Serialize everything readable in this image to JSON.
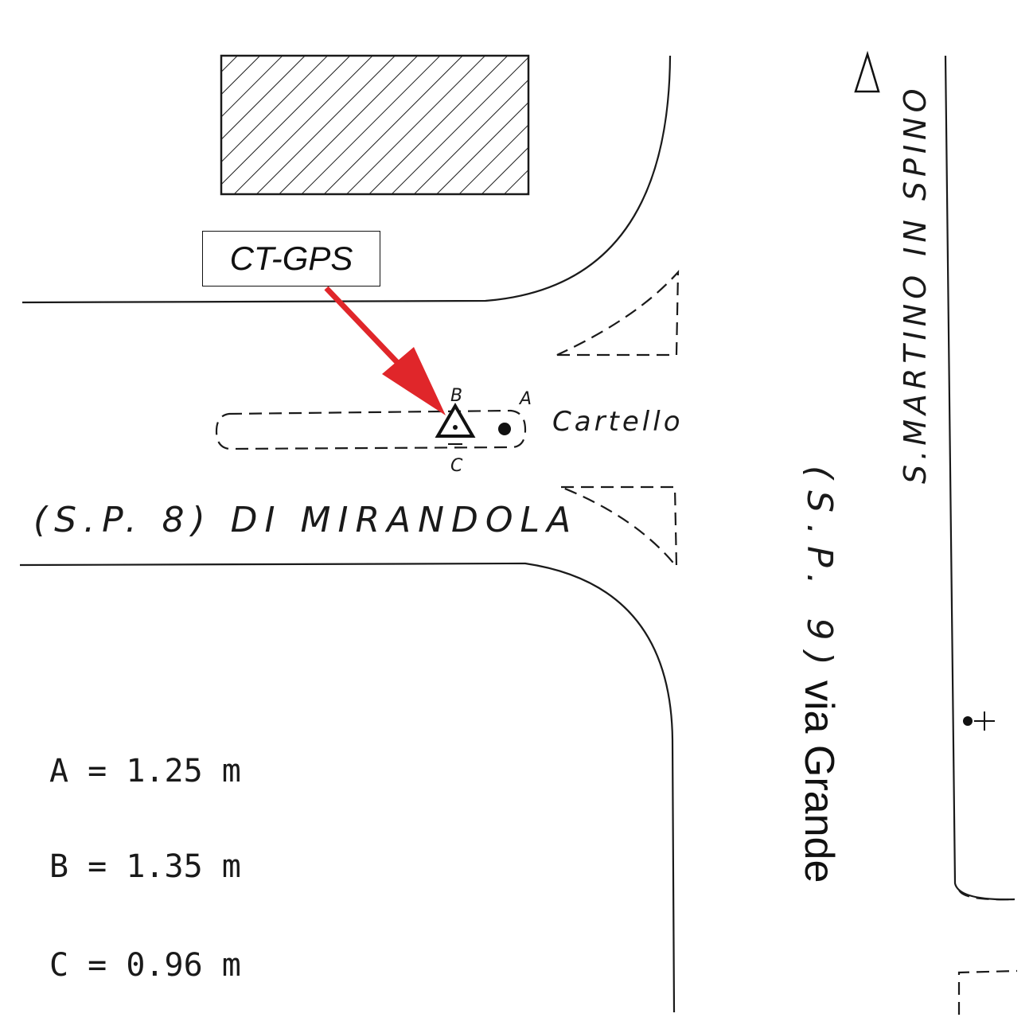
{
  "station_label": "CT-GPS",
  "roads": {
    "main_road": "(S.P. 8) DI MIRANDOLA",
    "cross_road_code": "(S.P. 9)",
    "cross_road_name": "via Grande",
    "town": "S.MARTINO IN SPINO"
  },
  "sign_label": "Cartello",
  "markers": {
    "a": "A",
    "b": "B",
    "c": "C"
  },
  "legend": [
    {
      "key": "A",
      "value": "A = 1.25 m"
    },
    {
      "key": "B",
      "value": "B = 1.35 m"
    },
    {
      "key": "C",
      "value": "C = 0.96 m"
    }
  ],
  "colors": {
    "arrow": "#e0262a",
    "ink": "#1a1a1a",
    "background": "#ffffff"
  },
  "icons": [
    "gps-station-triangle-icon",
    "north-triangle-icon",
    "point-marker-icon"
  ]
}
